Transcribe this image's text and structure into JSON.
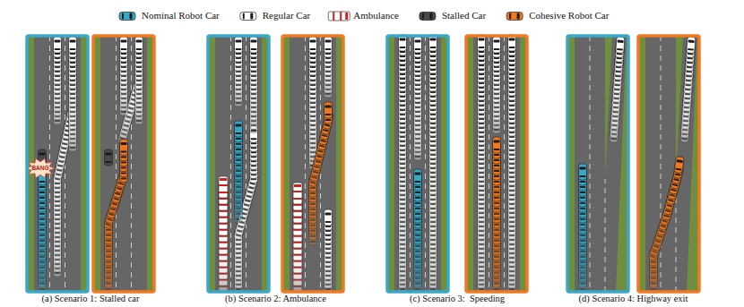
{
  "diagram": {
    "labels": [
      "(a) Scenario 1: Stalled car",
      "(b) Scenario 2: Ambulance",
      "(c) Scenario 3:  Speeding",
      "(d) Scenario 4: Highway exit",
      "BANG"
    ],
    "legend": [
      {
        "text": "Nominal Robot Car"
      },
      {
        "text": "Regular Car"
      },
      {
        "text": "Ambulance"
      },
      {
        "text": "Stalled Car"
      },
      {
        "text": "Cohesive Robot Car"
      }
    ]
  }
}
